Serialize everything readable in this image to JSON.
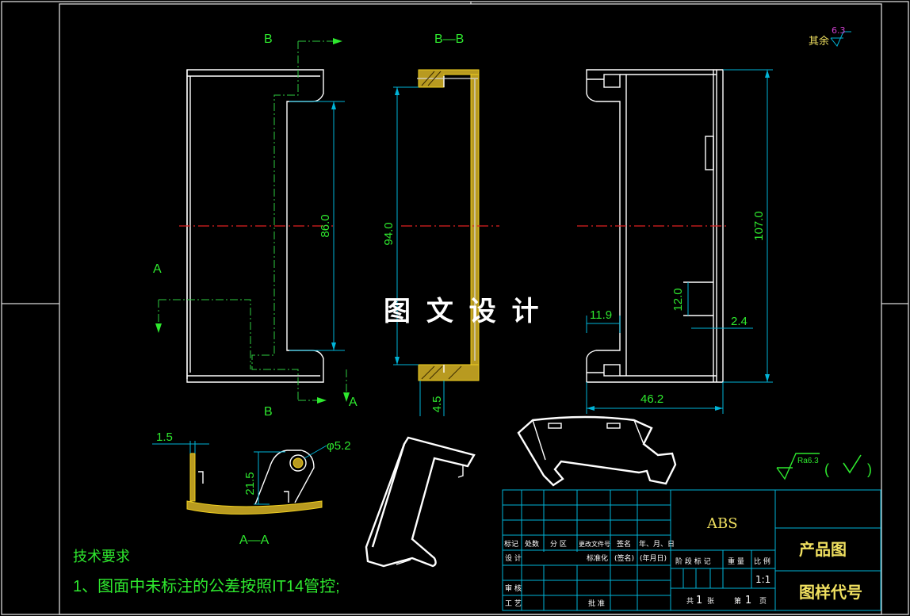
{
  "section_labels": {
    "b_top": "B",
    "b_bottom": "B",
    "b_b": "B—B",
    "a_left": "A",
    "a_right": "A",
    "a_a": "A—A"
  },
  "dimensions": {
    "d86": "86.0",
    "d94": "94.0",
    "d107": "107.0",
    "d11_9": "11.9",
    "d12": "12.0",
    "d2_4": "2.4",
    "d46_2": "46.2",
    "d4_5": "4.5",
    "d1_5": "1.5",
    "d21_5": "21.5",
    "d5_2": "φ5.2"
  },
  "watermark": "图 文 设 计",
  "roughness": {
    "rest_label": "其余",
    "rest_value": "6.3",
    "ra_value": "Ra6.3",
    "paren_open": "(",
    "paren_close": ")"
  },
  "tech_requirements": {
    "heading": "技术要求",
    "item1": "1、图面中未标注的公差按照IT14管控;"
  },
  "title_block": {
    "material": "ABS",
    "drawing_name": "产品图",
    "drawing_code": "图样代号",
    "scale": "1:1",
    "headers": [
      "标记",
      "处数",
      "分 区",
      "更改文件号",
      "签名",
      "年、月、日"
    ],
    "row_design": "设 计",
    "std": "标准化",
    "sign": "(签名)",
    "date": "(年月日)",
    "stage_header": "阶 段 标 记",
    "weight_header": "重 量",
    "scale_header": "比 例",
    "review": "审 核",
    "process": "工 艺",
    "approve": "批 准",
    "total_prefix": "共",
    "total_n": "1",
    "sheet_unit1": "张",
    "sheet_prefix": "第",
    "sheet_n": "1",
    "sheet_unit2": "页"
  }
}
